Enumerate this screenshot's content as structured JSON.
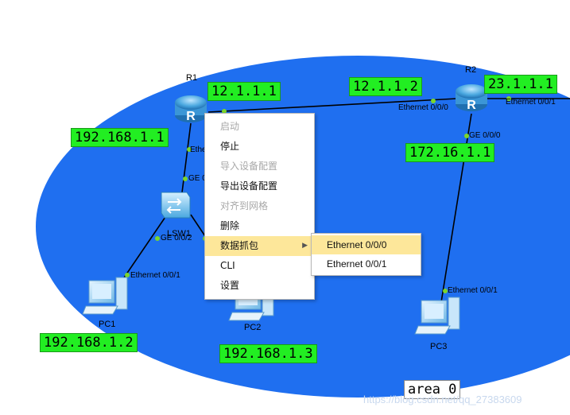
{
  "devices": {
    "r1": "R1",
    "r2": "R2",
    "lsw1": "LSW1",
    "pc1": "PC1",
    "pc2": "PC2",
    "pc3": "PC3"
  },
  "ports": {
    "r1_eth": "Ethe",
    "r1_ge0": "GE 0",
    "lsw1_ge002": "GE 0/0/2",
    "pc1_eth001": "Ethernet 0/0/1",
    "r2_eth000": "Ethernet 0/0/0",
    "r2_eth001": "Ethernet 0/0/1",
    "r2_ge000": "GE 0/0/0",
    "pc3_eth001": "Ethernet 0/0/1"
  },
  "ip_tags": {
    "r1_wan": "12.1.1.1",
    "r1_lan": "192.168.1.1",
    "r2_wan": "12.1.1.2",
    "r2_wan2": "23.1.1.1",
    "r2_lan": "172.16.1.1",
    "pc1": "192.168.1.2",
    "pc2": "192.168.1.3"
  },
  "area_label": "area 0",
  "watermark": "https://blog.csdn.net/qq_27383609",
  "context_menu": {
    "items": [
      {
        "label": "启动",
        "enabled": false
      },
      {
        "label": "停止",
        "enabled": true
      },
      {
        "label": "导入设备配置",
        "enabled": false
      },
      {
        "label": "导出设备配置",
        "enabled": true
      },
      {
        "label": "对齐到网格",
        "enabled": false
      },
      {
        "label": "删除",
        "enabled": true
      },
      {
        "label": "数据抓包",
        "enabled": true,
        "highlighted": true,
        "has_submenu": true
      },
      {
        "label": "CLI",
        "enabled": true
      },
      {
        "label": "设置",
        "enabled": true
      }
    ],
    "submenu": [
      {
        "label": "Ethernet 0/0/0",
        "highlighted": true
      },
      {
        "label": "Ethernet 0/0/1",
        "highlighted": false
      }
    ]
  },
  "colors": {
    "area_fill": "#1f6ff0",
    "ip_tag": "#22ee22",
    "menu_highlight": "#fde79a",
    "link": "#000000"
  }
}
